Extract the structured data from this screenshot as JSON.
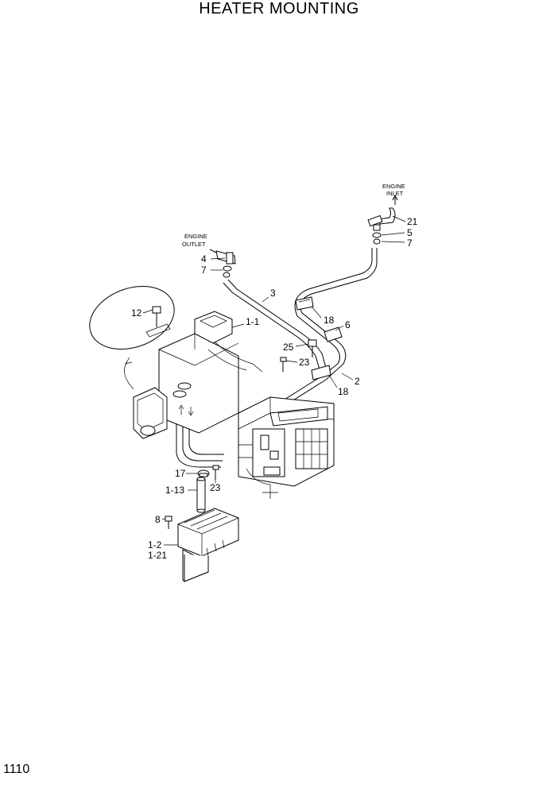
{
  "page": {
    "title": "HEATER MOUNTING",
    "number": "1110"
  },
  "callouts": {
    "engine_inlet": [
      "ENGINE",
      "INLET"
    ],
    "engine_outlet": [
      "ENGINE",
      "OUTLET"
    ],
    "c21": "21",
    "c5": "5",
    "c7_top": "7",
    "c4": "4",
    "c7": "7",
    "c3": "3",
    "c12": "12",
    "c1_1": "1-1",
    "c18_top": "18",
    "c6": "6",
    "c25": "25",
    "c23_top": "23",
    "c2": "2",
    "c18_bottom": "18",
    "c17": "17",
    "c1_13": "1-13",
    "c23_bottom": "23",
    "c8": "8",
    "c1_2": "1-2",
    "c1_21": "1-21"
  }
}
